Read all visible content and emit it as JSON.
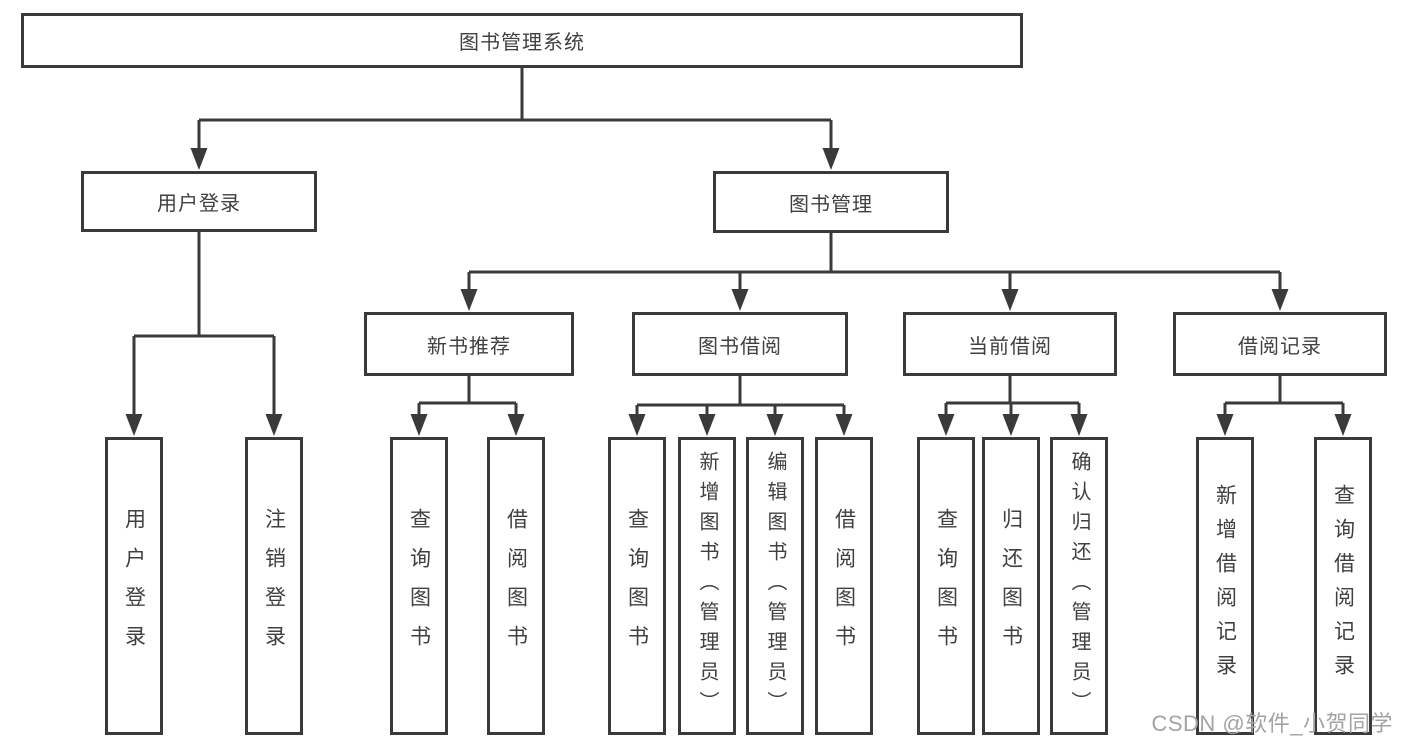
{
  "diagram": {
    "title": "图书管理系统",
    "level2": {
      "user_login": "用户登录",
      "book_mgmt": "图书管理"
    },
    "level3": {
      "new_book_recommend": "新书推荐",
      "book_borrow": "图书借阅",
      "current_borrow": "当前借阅",
      "borrow_records": "借阅记录"
    },
    "leaves": {
      "user_login": "用户登录",
      "logout": "注销登录",
      "rec_query_books": "查询图书",
      "rec_borrow_books": "借阅图书",
      "bb_query_books": "查询图书",
      "bb_add_books_admin": "新增图书（管理员）",
      "bb_edit_books_admin": "编辑图书（管理员）",
      "bb_borrow_books": "借阅图书",
      "cb_query_books": "查询图书",
      "cb_return_books": "归还图书",
      "cb_confirm_return_admin": "确认归还（管理员）",
      "br_add_record": "新增借阅记录",
      "br_query_record": "查询借阅记录"
    }
  },
  "watermark": "CSDN @软件_小贺同学",
  "colors": {
    "line": "#3a3a3a",
    "text": "#404040",
    "background": "#ffffff",
    "watermark_text": "#a3a3a3"
  }
}
